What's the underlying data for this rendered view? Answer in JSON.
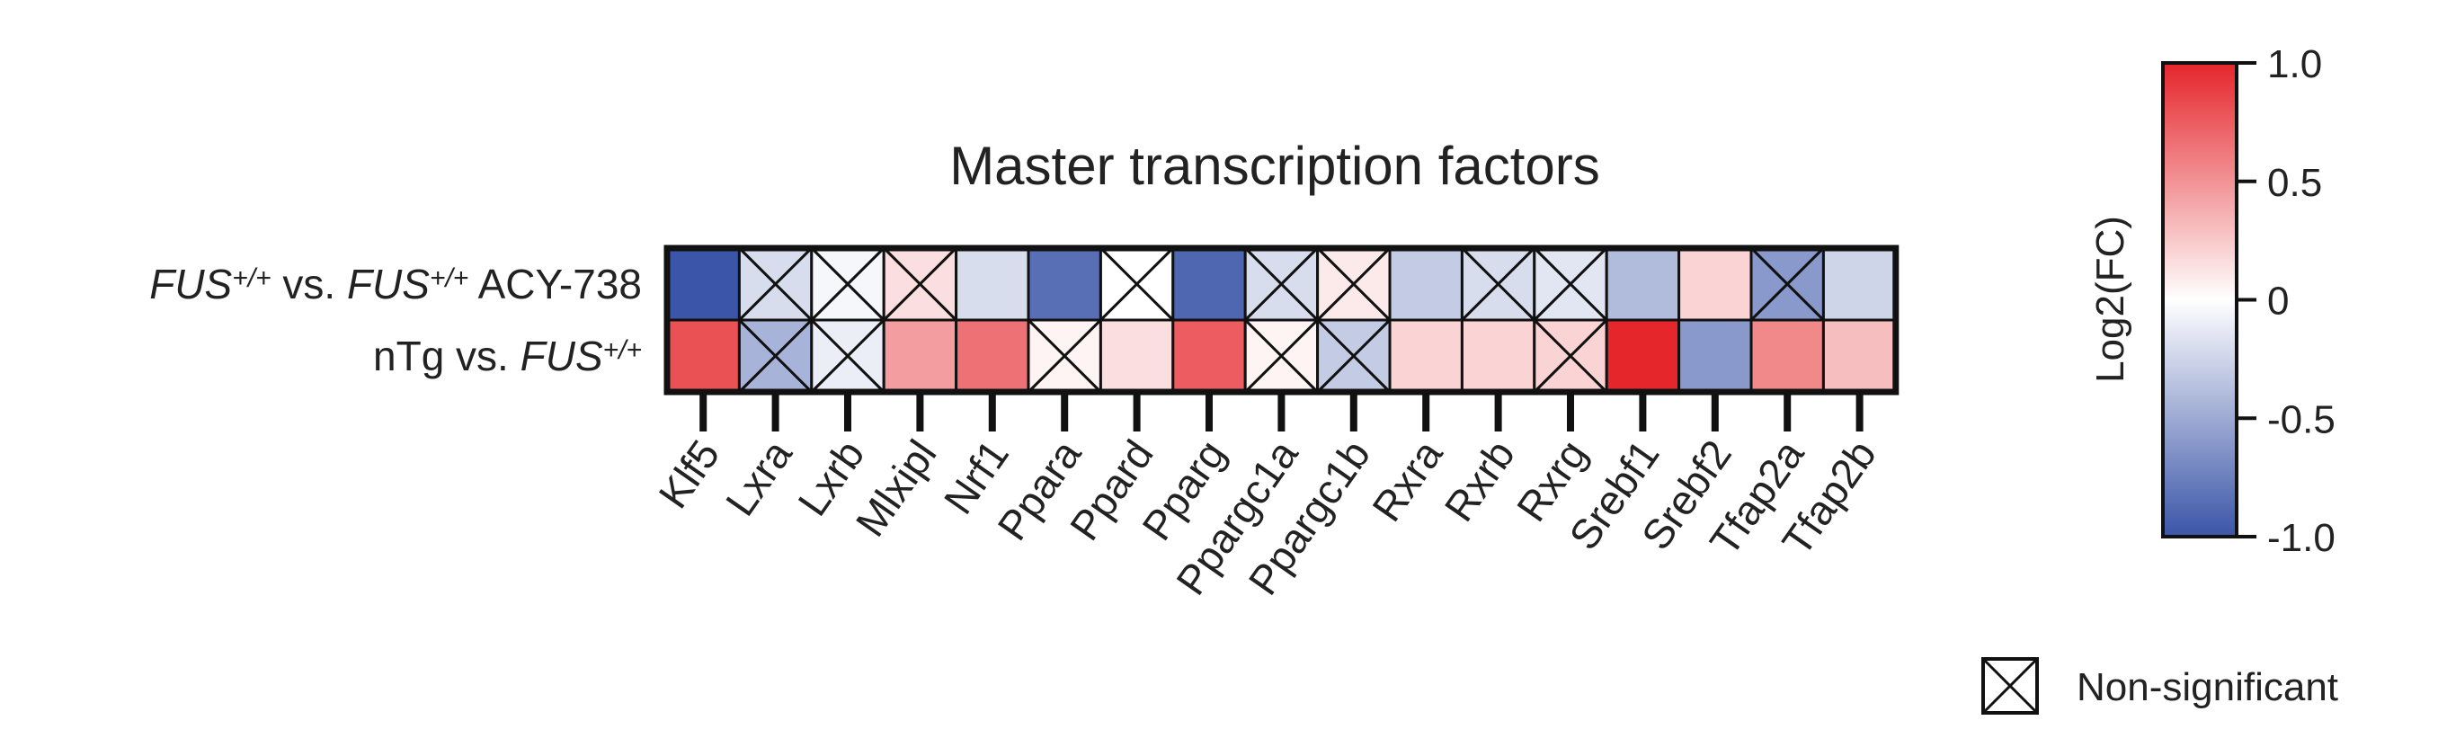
{
  "chart_data": {
    "type": "heatmap",
    "title": "Master transcription factors",
    "rows": [
      {
        "label_parts": [
          {
            "text": "FUS",
            "italic": true
          },
          {
            "text": "+/+",
            "italic": true,
            "sup": true
          },
          {
            "text": " vs. ",
            "italic": false
          },
          {
            "text": "FUS",
            "italic": true
          },
          {
            "text": "+/+",
            "italic": true,
            "sup": true
          },
          {
            "text": " ACY-738",
            "italic": false
          }
        ]
      },
      {
        "label_parts": [
          {
            "text": "nTg vs. ",
            "italic": false
          },
          {
            "text": "FUS",
            "italic": true
          },
          {
            "text": "+/+",
            "italic": true,
            "sup": true
          }
        ]
      }
    ],
    "columns": [
      "Klf5",
      "Lxra",
      "Lxrb",
      "Mlxipl",
      "Nrf1",
      "Ppara",
      "Ppard",
      "Pparg",
      "Ppargc1a",
      "Ppargc1b",
      "Rxra",
      "Rxrb",
      "Rxrg",
      "Srebf1",
      "Srebf2",
      "Tfap2a",
      "Tfap2b"
    ],
    "values": [
      [
        -1.0,
        -0.2,
        -0.05,
        0.15,
        -0.2,
        -0.85,
        0.0,
        -0.9,
        -0.2,
        0.1,
        -0.3,
        -0.2,
        -0.15,
        -0.4,
        0.2,
        -0.6,
        -0.25
      ],
      [
        0.8,
        -0.45,
        -0.1,
        0.45,
        0.65,
        0.05,
        0.15,
        0.75,
        0.05,
        -0.3,
        0.2,
        0.2,
        0.2,
        1.0,
        -0.6,
        0.55,
        0.3
      ]
    ],
    "non_significant": [
      [
        false,
        true,
        true,
        true,
        false,
        false,
        true,
        false,
        true,
        true,
        false,
        true,
        true,
        false,
        false,
        true,
        false
      ],
      [
        false,
        true,
        true,
        false,
        false,
        true,
        false,
        false,
        true,
        true,
        false,
        false,
        true,
        false,
        false,
        false,
        false
      ]
    ],
    "colorbar": {
      "label": "Log2(FC)",
      "range": [
        -1.0,
        1.0
      ],
      "ticks": [
        1.0,
        0.5,
        0,
        -0.5,
        -1.0
      ],
      "tick_labels": [
        "1.0",
        "0.5",
        "0",
        "-0.5",
        "-1.0"
      ],
      "colors": {
        "low": "#3b55a8",
        "mid": "#ffffff",
        "high": "#e5262b"
      }
    },
    "legend": {
      "label": "Non-significant",
      "placement": "bottom-right"
    }
  }
}
